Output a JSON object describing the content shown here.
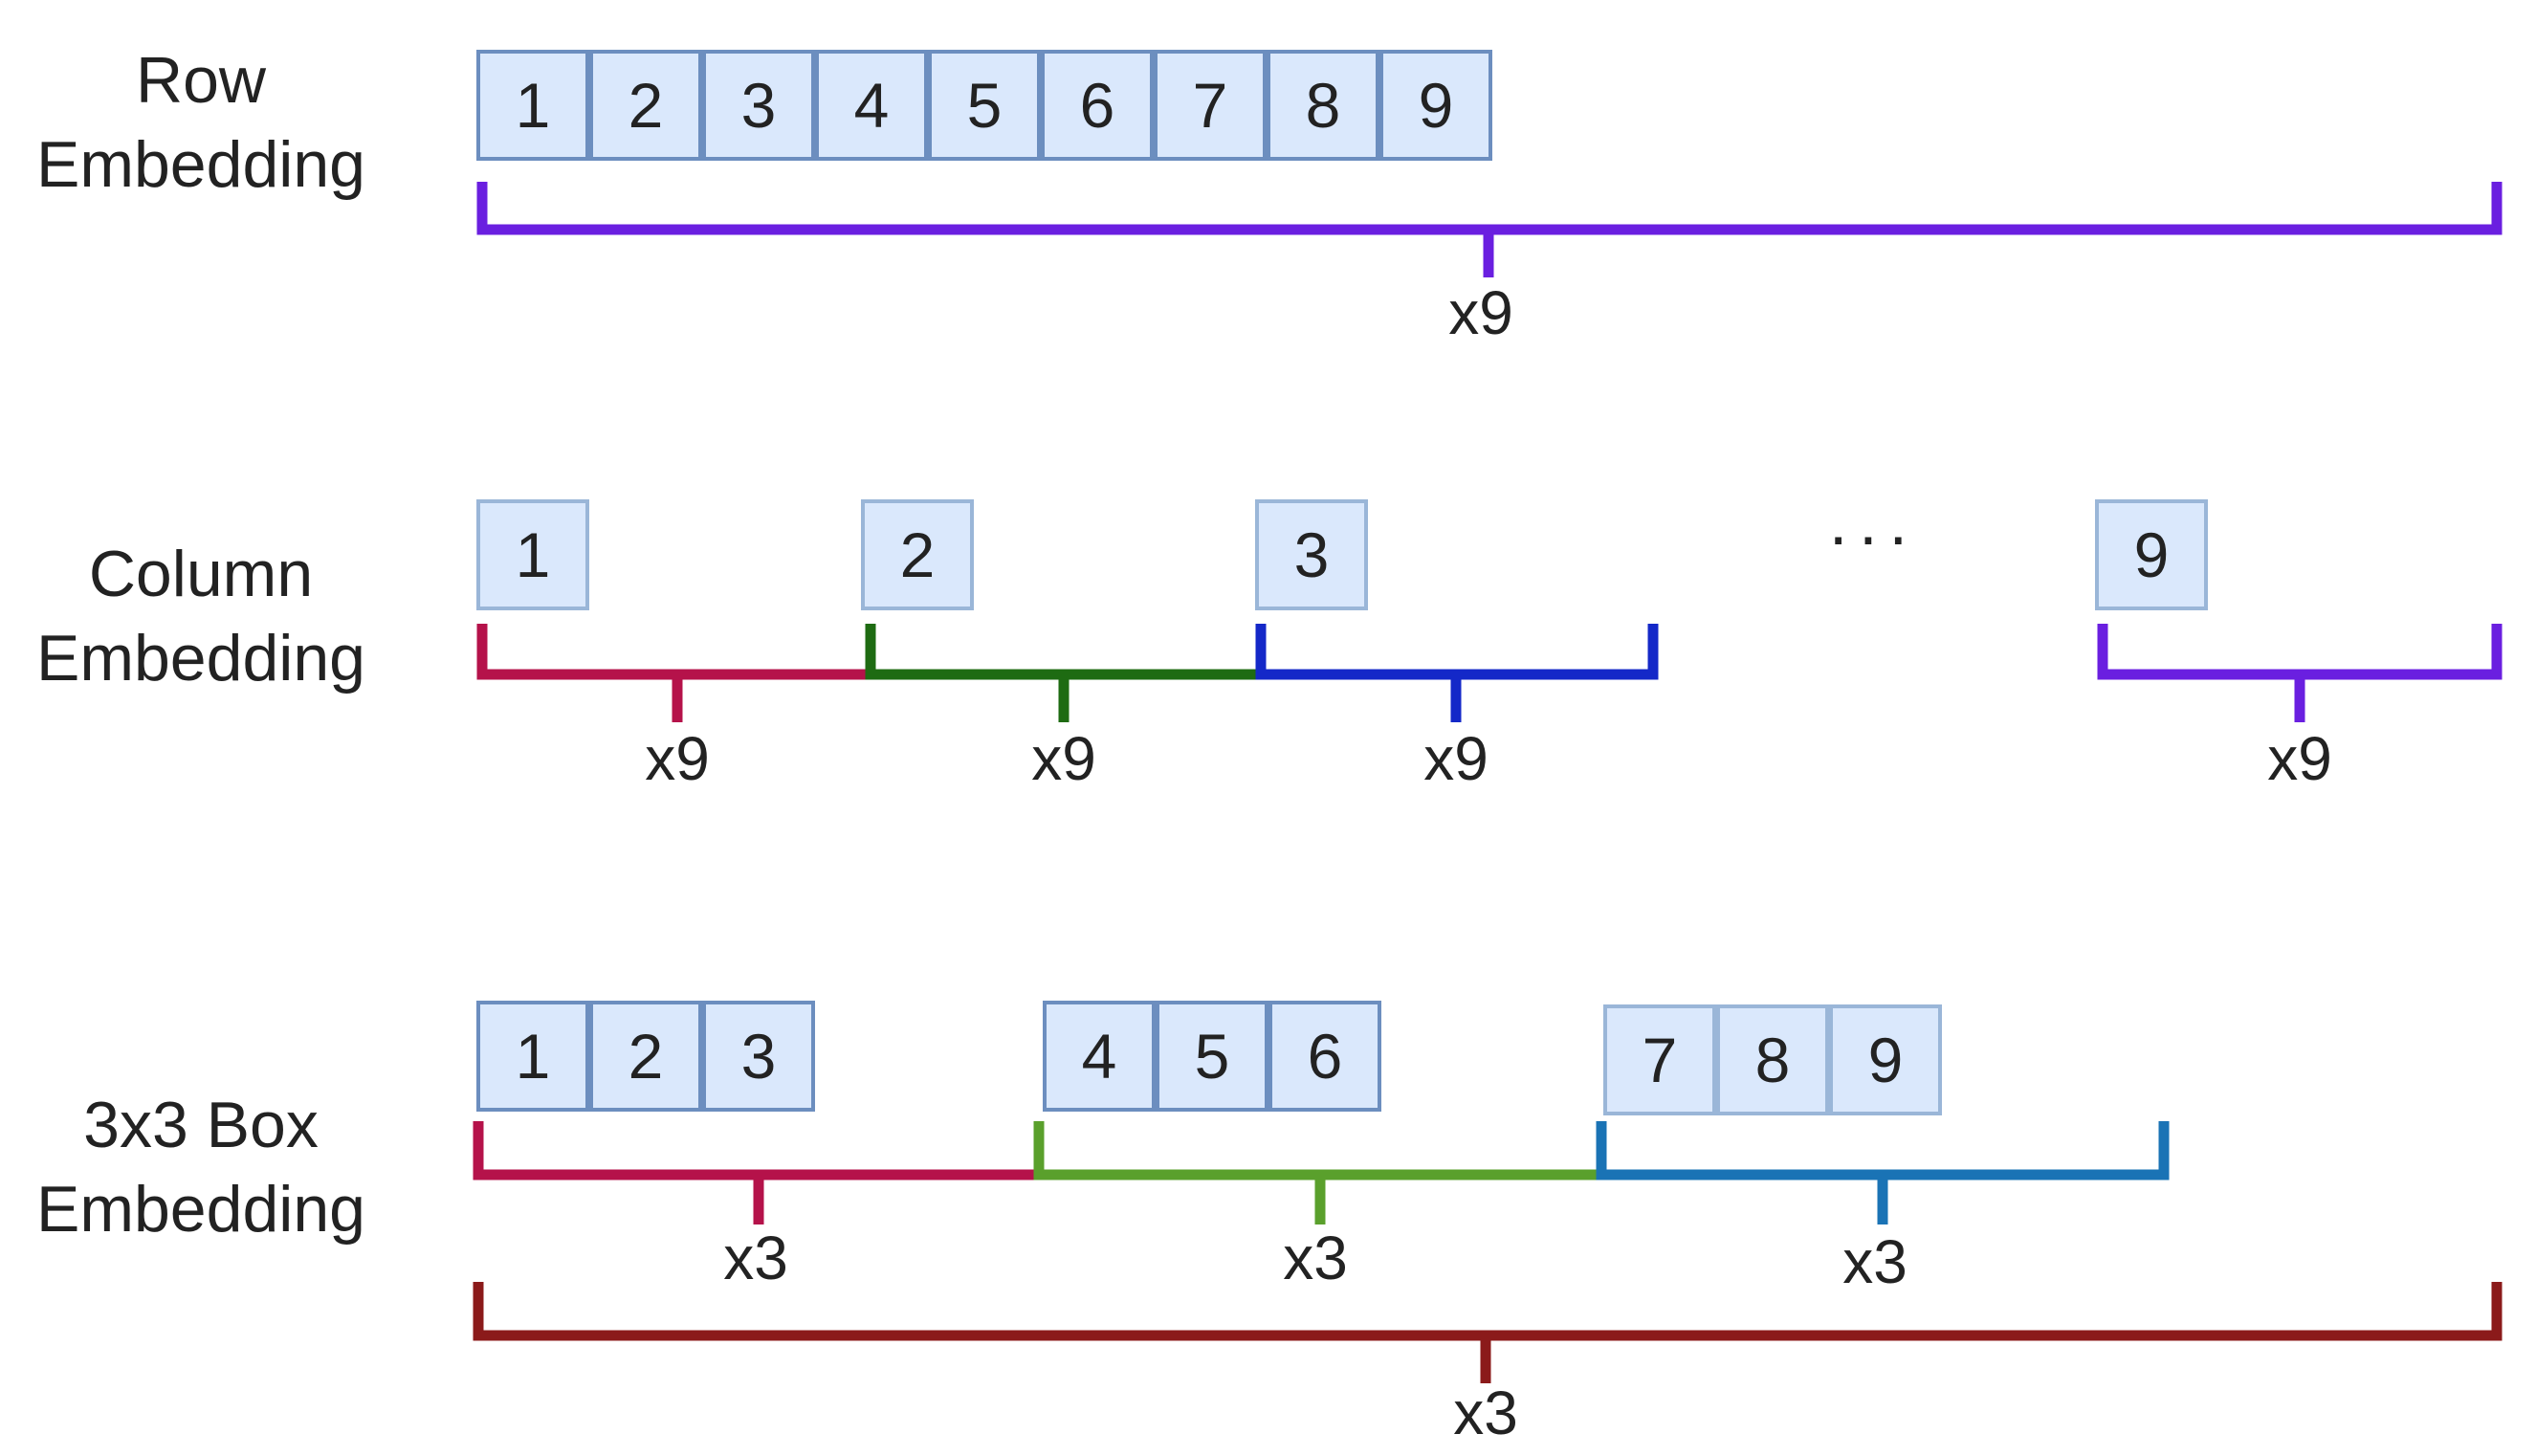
{
  "colors": {
    "cell_fill": "#dae8fc",
    "cell_border": "#6c8ebf",
    "purple": "#6a1fe0",
    "crimson": "#b5124a",
    "dark_green": "#1e6b12",
    "blue": "#1428c8",
    "green": "#5aa02c",
    "teal_blue": "#1a73b5",
    "maroon": "#8b1a1a"
  },
  "rows": [
    {
      "label_line1": "Row",
      "label_line2": "Embedding",
      "cells": [
        "1",
        "2",
        "3",
        "4",
        "5",
        "6",
        "7",
        "8",
        "9"
      ],
      "multiplier": "x9"
    },
    {
      "label_line1": "Column",
      "label_line2": "Embedding",
      "cells": [
        "1",
        "2",
        "3",
        "9"
      ],
      "ellipsis": "···",
      "multipliers": [
        "x9",
        "x9",
        "x9",
        "x9"
      ]
    },
    {
      "label_line1": "3x3 Box",
      "label_line2": "Embedding",
      "groups": [
        [
          "1",
          "2",
          "3"
        ],
        [
          "4",
          "5",
          "6"
        ],
        [
          "7",
          "8",
          "9"
        ]
      ],
      "multipliers": [
        "x3",
        "x3",
        "x3"
      ],
      "outer_multiplier": "x3"
    }
  ]
}
